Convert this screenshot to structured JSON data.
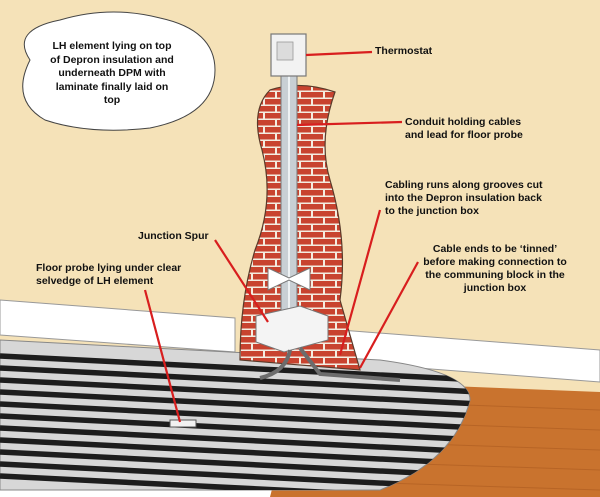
{
  "colors": {
    "wall": "#f5e2b8",
    "brick": "#c8432f",
    "mortar": "#f3ece0",
    "floor": "#c9732e",
    "floor_dark": "#a6561d",
    "element_stripe": "#1d1d1d",
    "skirting": "#ffffff",
    "pointer": "#d81e1e",
    "conduit": "#c8cfd4"
  },
  "cloud_note": "LH element lying on top\nof Depron insulation and\nunderneath DPM with\nlaminate finally laid on\ntop",
  "labels": {
    "thermostat": "Thermostat",
    "conduit": [
      "Conduit holding cables",
      "and lead for floor probe"
    ],
    "cabling": [
      "Cabling runs along grooves cut",
      "into the Depron insulation back",
      "to the junction box"
    ],
    "junction_spur": "Junction Spur",
    "cable_ends": [
      "Cable ends to be ‘tinned’",
      "before making connection to",
      "the communing block in the",
      "junction box"
    ],
    "floor_probe": [
      "Floor probe lying under clear",
      "selvedge of LH element"
    ]
  }
}
